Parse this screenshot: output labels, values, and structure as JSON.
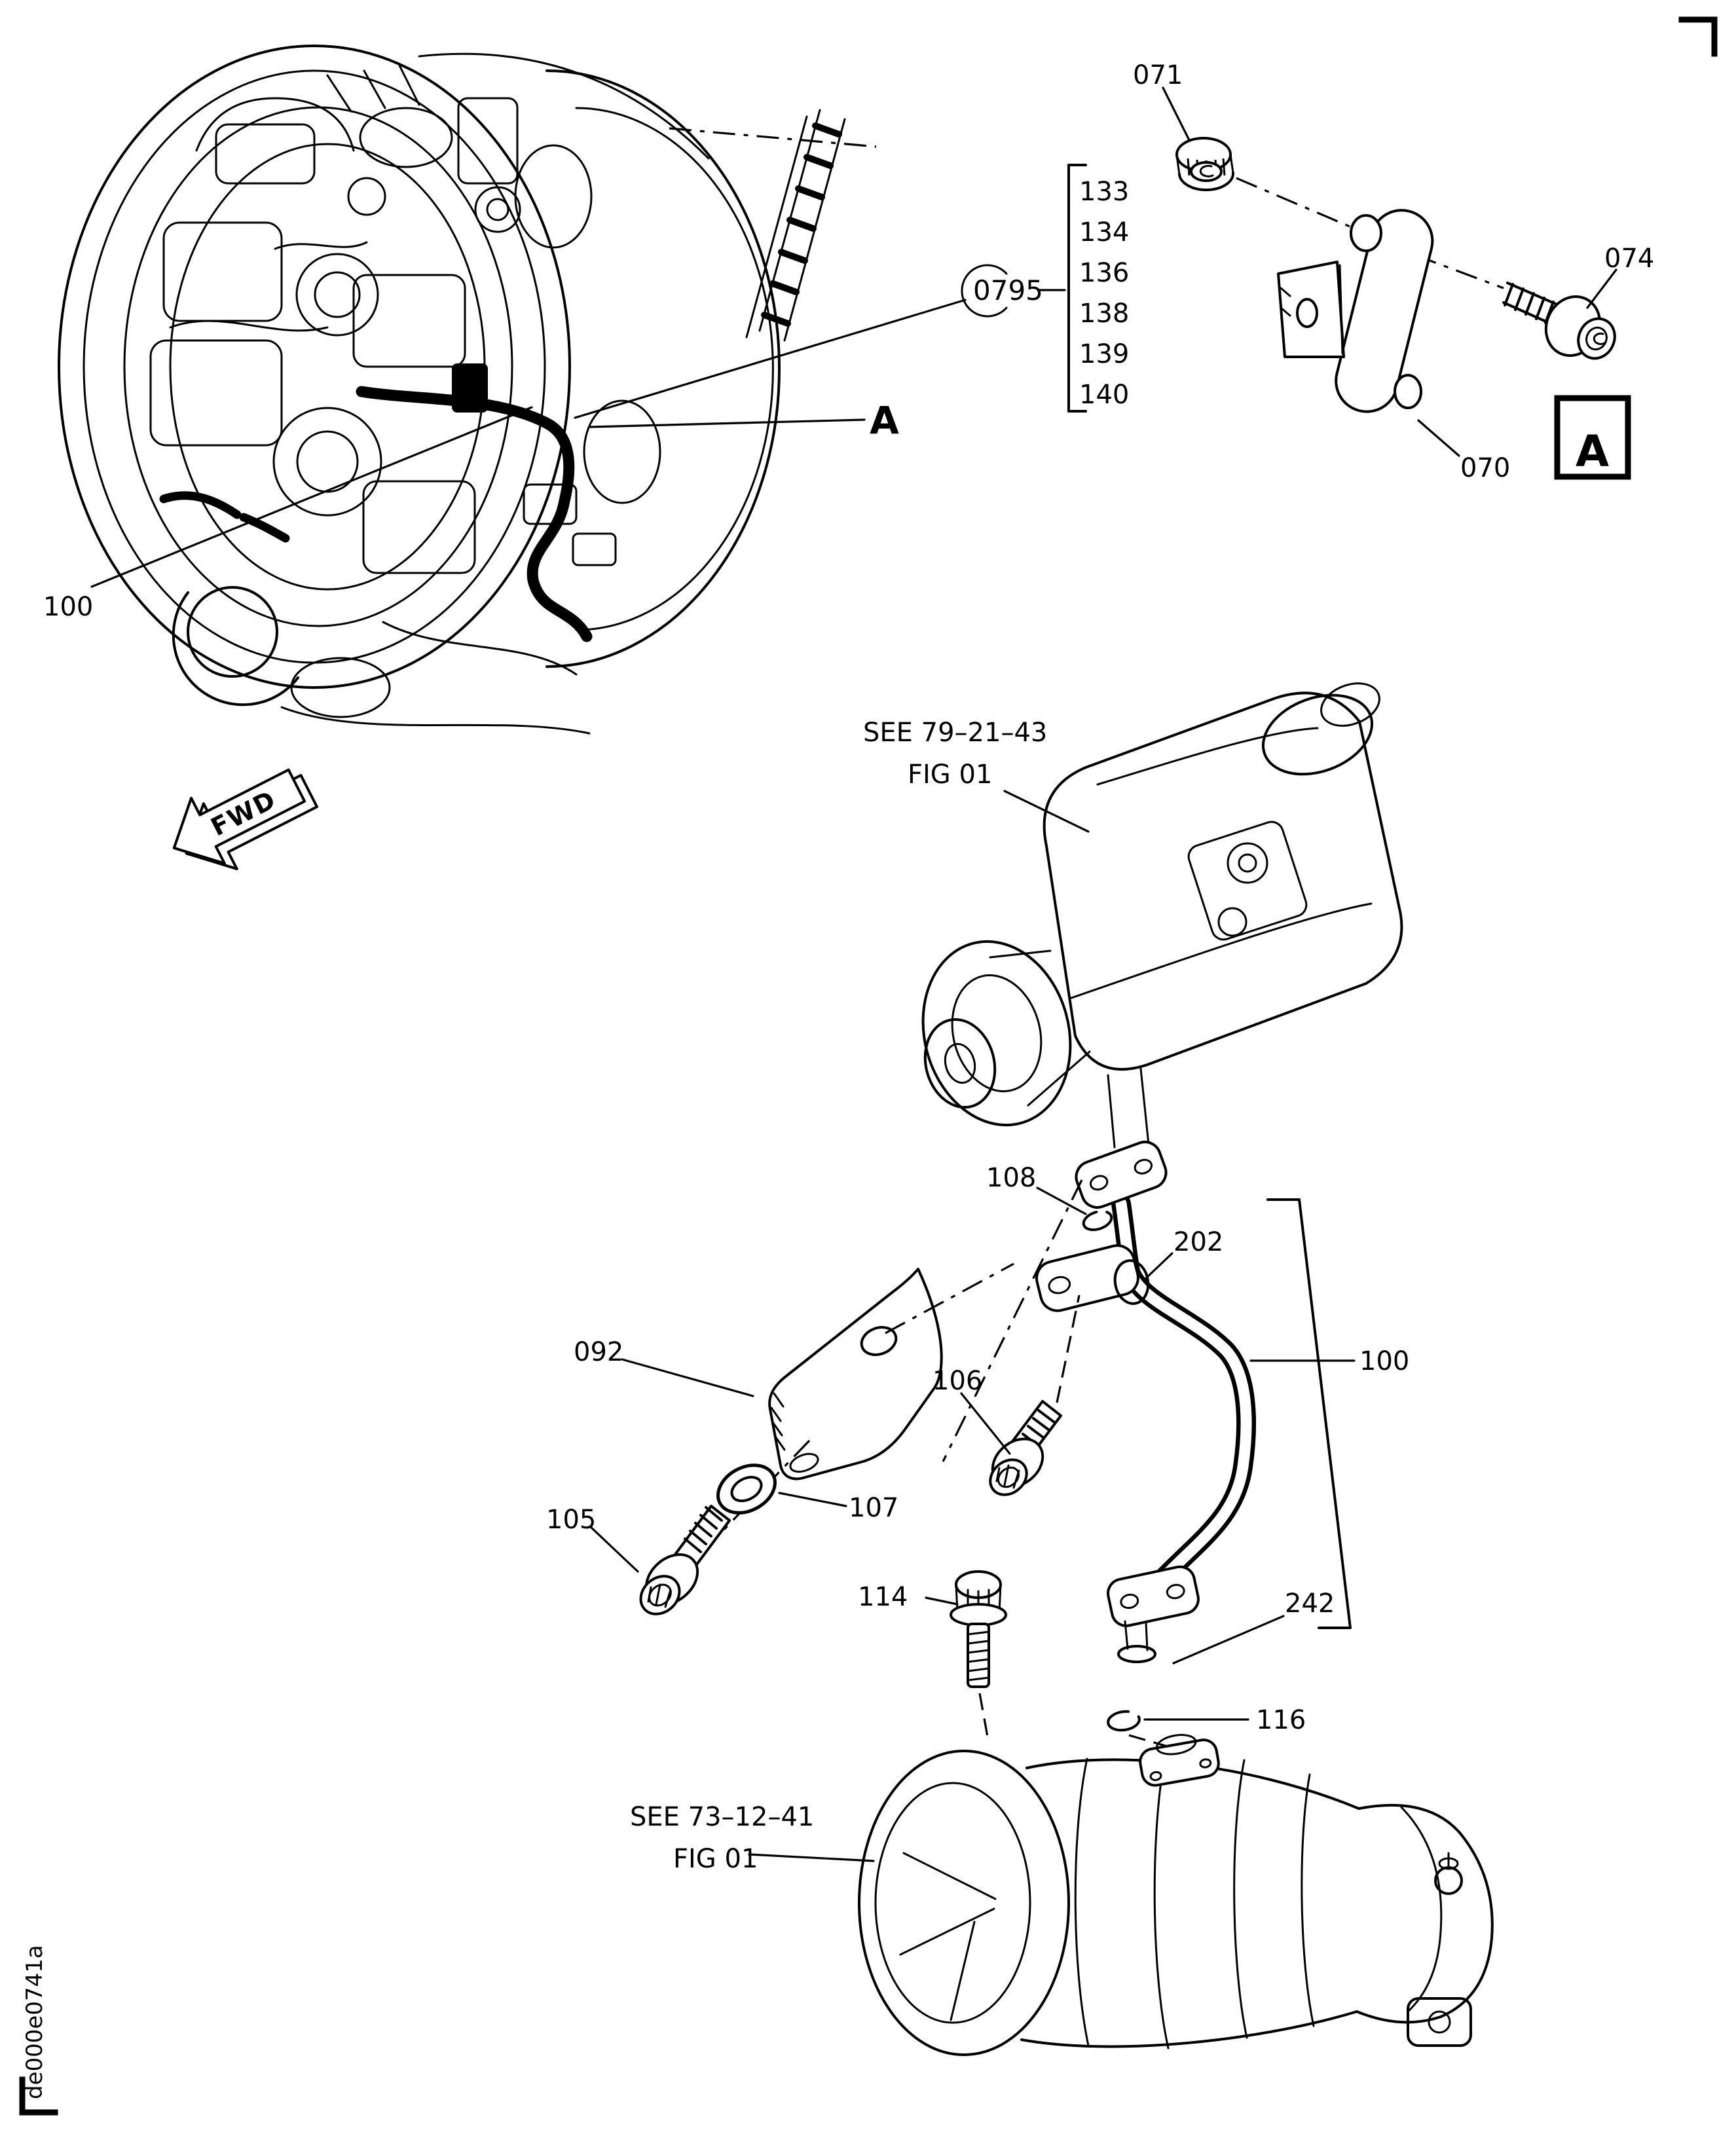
{
  "doc": {
    "drawing_id": "de000e0741a",
    "fwd_label": "FWD",
    "detail_letter": "A",
    "detail_box_letter": "A",
    "ref_upper": {
      "line1": "SEE 79–21–43",
      "line2": "FIG 01"
    },
    "ref_lower": {
      "line1": "SEE 73–12–41",
      "line2": "FIG 01"
    },
    "group_callout": {
      "id": "0795",
      "items": [
        "133",
        "134",
        "136",
        "138",
        "139",
        "140"
      ]
    },
    "callouts": {
      "pipe_installed": "100",
      "nut": "071",
      "bracket": "070",
      "bracket_bolt": "074",
      "oring_upper": "108",
      "clamp": "202",
      "gusset_bracket": "092",
      "clamp_bolt": "106",
      "pipe_assembly": "100",
      "washer": "107",
      "gusset_bolt": "105",
      "flange_bolt": "114",
      "pipe_lower": "242",
      "oring_lower": "116"
    }
  }
}
